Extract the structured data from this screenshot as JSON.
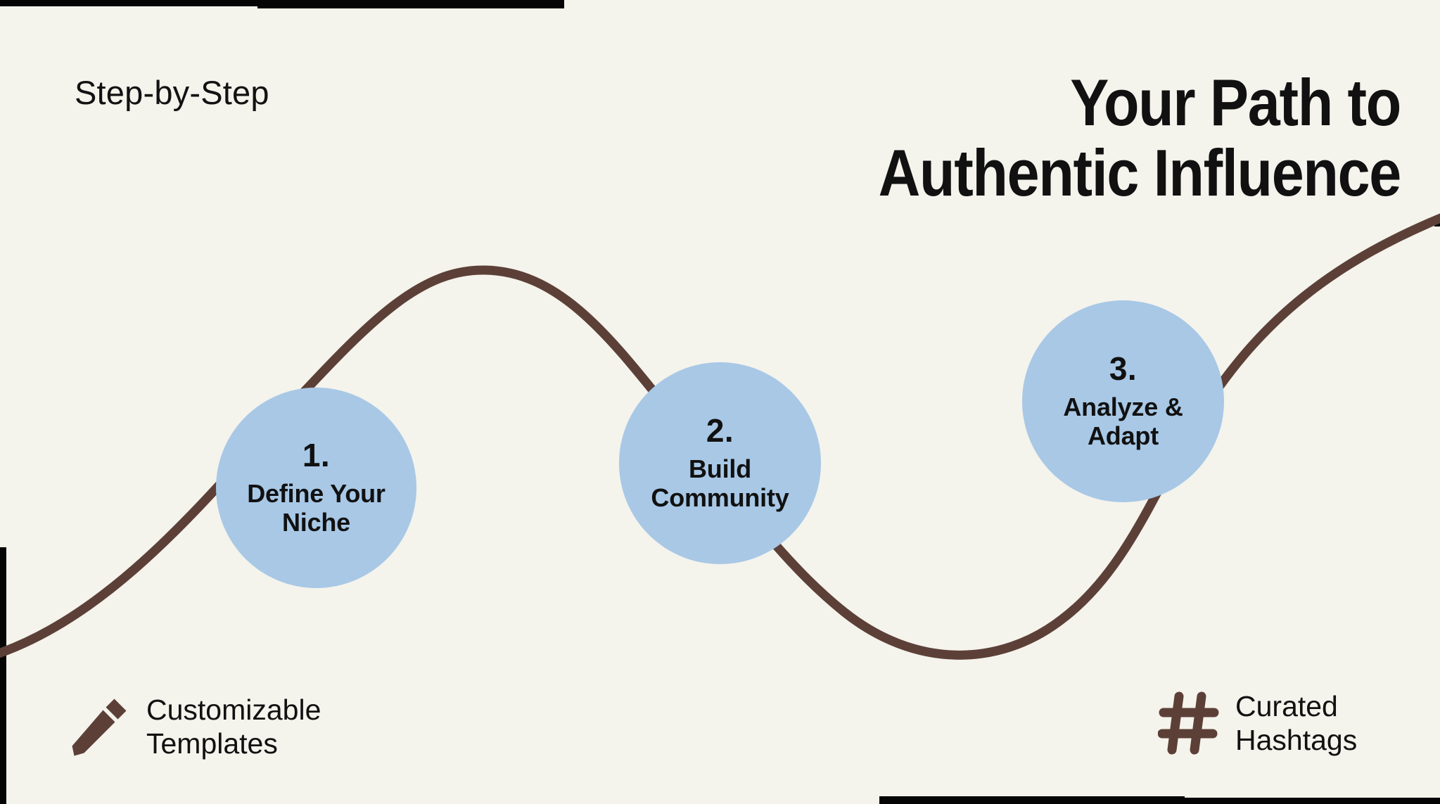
{
  "slide": {
    "background_color": "#F4F3EC",
    "accent_circle_color": "#A8C8E6",
    "path_color": "#5C4038",
    "text_color": "#111111"
  },
  "kicker": {
    "text": "Step-by-Step"
  },
  "title": {
    "line1": "Your Path to",
    "line2": "Authentic Influence"
  },
  "steps": [
    {
      "number": "1.",
      "label": "Define Your\nNiche"
    },
    {
      "number": "2.",
      "label": "Build\nCommunity"
    },
    {
      "number": "3.",
      "label": "Analyze &\nAdapt"
    }
  ],
  "features": [
    {
      "icon": "pencil-icon",
      "text": "Customizable\nTemplates"
    },
    {
      "icon": "hashtag-icon",
      "text": "Curated\nHashtags"
    }
  ]
}
